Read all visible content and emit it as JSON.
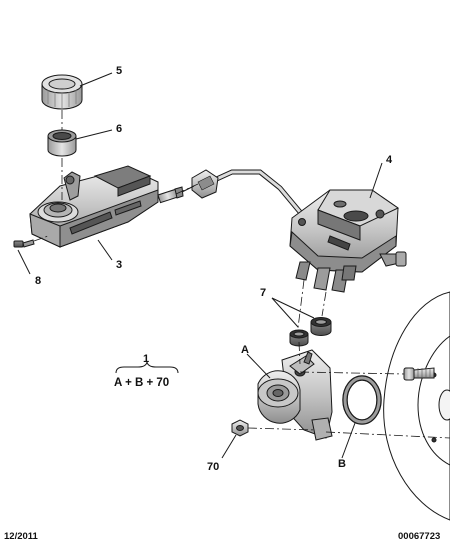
{
  "callouts": {
    "n1": "1",
    "n3": "3",
    "n4": "4",
    "n5": "5",
    "n6": "6",
    "n7": "7",
    "n8": "8",
    "n70": "70",
    "A": "A",
    "B": "B"
  },
  "formula": "A + B + 70",
  "footer": {
    "date": "12/2011",
    "ref": "00067723"
  },
  "colors": {
    "line": "#1a1a1a",
    "body": "#c9c9c9",
    "shade": "#9b9b9b",
    "dark": "#6f6f6f",
    "light": "#e6e6e6"
  }
}
